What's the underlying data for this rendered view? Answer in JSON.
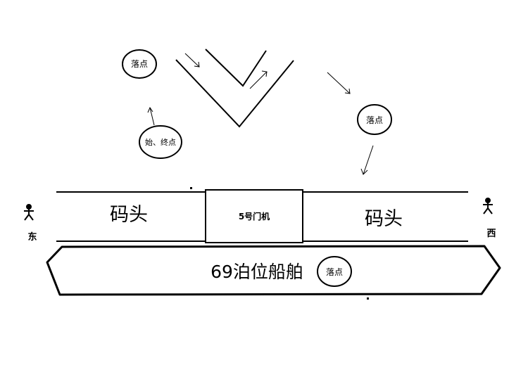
{
  "labels": {
    "landing_point": "落点",
    "start_end_point": "始、终点",
    "crane": "5号门机",
    "wharf": "码头",
    "ship": "69泊位船舶",
    "east": "东",
    "west": "西"
  },
  "icons": {
    "person": "stick-figure-icon",
    "arrow": "arrow-icon"
  },
  "colors": {
    "ink": "#000000",
    "background": "#ffffff"
  }
}
